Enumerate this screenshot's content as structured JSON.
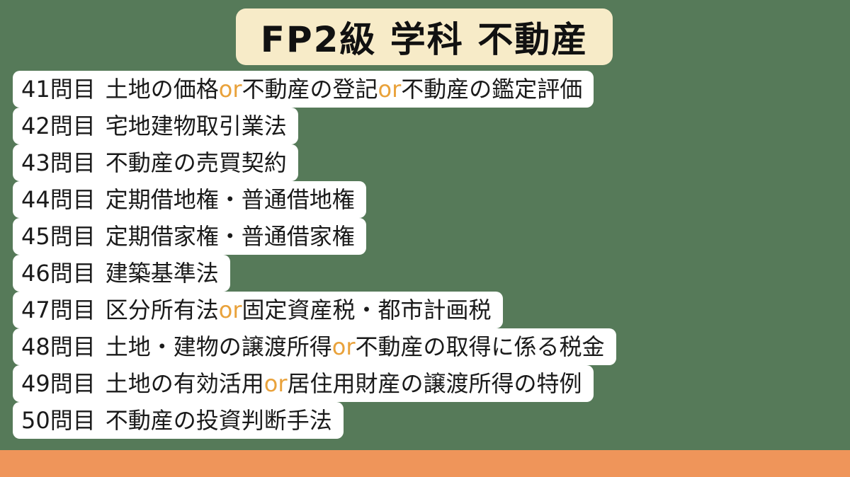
{
  "title": "FP2級 学科 不動産",
  "rows": [
    {
      "number": "41問目",
      "parts": [
        {
          "text": "土地の価格",
          "or": false
        },
        {
          "text": "or",
          "or": true
        },
        {
          "text": "不動産の登記",
          "or": false
        },
        {
          "text": "or",
          "or": true
        },
        {
          "text": "不動産の鑑定評価",
          "or": false
        }
      ]
    },
    {
      "number": "42問目",
      "parts": [
        {
          "text": "宅地建物取引業法",
          "or": false
        }
      ]
    },
    {
      "number": "43問目",
      "parts": [
        {
          "text": "不動産の売買契約",
          "or": false
        }
      ]
    },
    {
      "number": "44問目",
      "parts": [
        {
          "text": "定期借地権・普通借地権",
          "or": false
        }
      ]
    },
    {
      "number": "45問目",
      "parts": [
        {
          "text": "定期借家権・普通借家権",
          "or": false
        }
      ]
    },
    {
      "number": "46問目",
      "parts": [
        {
          "text": "建築基準法",
          "or": false
        }
      ]
    },
    {
      "number": "47問目",
      "parts": [
        {
          "text": "区分所有法",
          "or": false
        },
        {
          "text": "or",
          "or": true
        },
        {
          "text": "固定資産税・都市計画税",
          "or": false
        }
      ]
    },
    {
      "number": "48問目",
      "parts": [
        {
          "text": "土地・建物の譲渡所得",
          "or": false
        },
        {
          "text": "or",
          "or": true
        },
        {
          "text": "不動産の取得に係る税金",
          "or": false
        }
      ]
    },
    {
      "number": "49問目",
      "parts": [
        {
          "text": "土地の有効活用",
          "or": false
        },
        {
          "text": "or",
          "or": true
        },
        {
          "text": "居住用財産の譲渡所得の特例",
          "or": false
        }
      ]
    },
    {
      "number": "50問目",
      "parts": [
        {
          "text": "不動産の投資判断手法",
          "or": false
        }
      ]
    }
  ],
  "colors": {
    "board": "#567a59",
    "bottom_strip": "#ef955a",
    "title_bg": "#f7ebc8",
    "row_bg": "#ffffff",
    "or_accent": "#e9a23b"
  }
}
